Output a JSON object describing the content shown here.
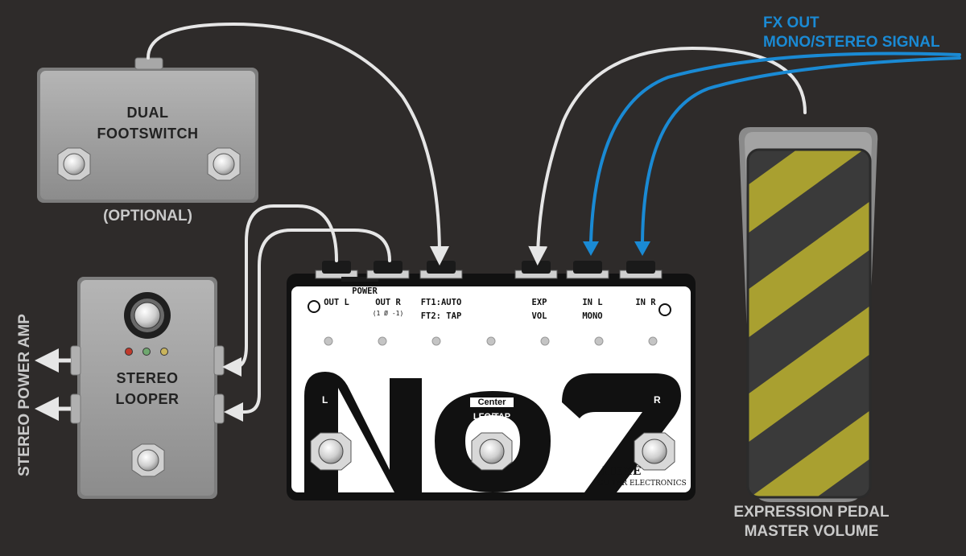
{
  "labels": {
    "dual_footswitch_line1": "DUAL",
    "dual_footswitch_line2": "FOOTSWITCH",
    "optional": "(OPTIONAL)",
    "stereo_looper_line1": "STEREO",
    "stereo_looper_line2": "LOOPER",
    "stereo_power_amp": "STEREO POWER AMP",
    "fx_out_line1": "FX OUT",
    "fx_out_line2": "MONO/STEREO SIGNAL",
    "expression_line1": "EXPRESSION PEDAL",
    "expression_line2": "MASTER VOLUME"
  },
  "main_pedal": {
    "power": "POWER",
    "out_l": "OUT L",
    "out_r": "OUT R",
    "out_r_sub": "(1 Ø -1)",
    "ft1": "FT1:AUTO",
    "ft2": "FT2: TAP",
    "exp": "EXP",
    "vol": "VOL",
    "in_l": "IN L",
    "mono": "MONO",
    "in_r": "IN R",
    "left": "L",
    "right": "R",
    "center": "Center",
    "lfo_tap": "LFO/TAP",
    "logo_no": "No",
    "logo_seven": "7",
    "brand": "HEXE",
    "brand_sub": "GUITAR ELECTRONICS"
  },
  "colors": {
    "background": "#2e2b2a",
    "cable": "#e6e6e6",
    "fx_cable": "#1a8ad4",
    "enclosure": "#9a9a9a",
    "pedal_body": "#ffffff",
    "stripe_yellow": "#a9a030",
    "stripe_dark": "#3a3a3a"
  }
}
